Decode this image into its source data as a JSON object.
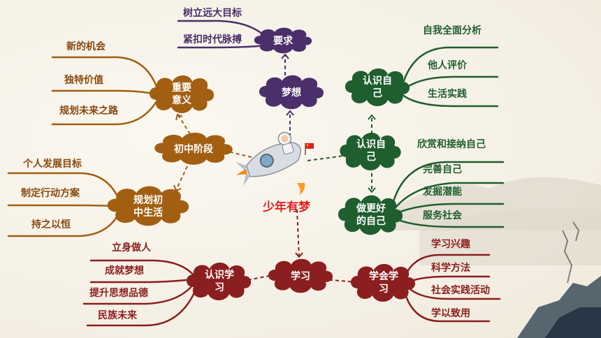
{
  "center": {
    "title": "少年有梦"
  },
  "top": {
    "dream": "梦想",
    "requirement": "要求",
    "req_items": [
      "树立远大目标",
      "紧扣时代脉搏"
    ]
  },
  "left": {
    "stage": "初中阶段",
    "importance": "重要意义",
    "importance_line1": "重要",
    "importance_line2": "意义",
    "importance_items": [
      "新的机会",
      "独特价值",
      "规划未来之路"
    ],
    "plan": "规划初中生活",
    "plan_line1": "规划初",
    "plan_line2": "中生活",
    "plan_items": [
      "个人发展目标",
      "制定行动方案",
      "持之以恒"
    ]
  },
  "right": {
    "know_self": "认识自己",
    "know_self_line1": "认识自",
    "know_self_line2": "己",
    "know_self_top_line1": "认识自",
    "know_self_top_line2": "己",
    "know_items": [
      "自我全面分析",
      "他人评价",
      "生活实践"
    ],
    "better_line1": "做更好",
    "better_line2": "的自己",
    "better_items": [
      "欣赏和接纳自己",
      "完善自己",
      "发掘潜能",
      "服务社会"
    ]
  },
  "bottom": {
    "study": "学习",
    "know_study_line1": "认识学",
    "know_study_line2": "习",
    "know_study_items": [
      "立身做人",
      "成就梦想",
      "提升思想品德",
      "民族未来"
    ],
    "learn_line1": "学会学",
    "learn_line2": "习",
    "learn_items": [
      "学习兴趣",
      "科学方法",
      "社会实践活动",
      "学以致用"
    ]
  },
  "colors": {
    "purple": "#4a2f6a",
    "brown": "#a25f12",
    "green": "#1f5e2e",
    "red": "#8b1e1e",
    "center_text": "#e51e1e"
  },
  "icons": [
    "rocket-astronaut-icon",
    "flag-icon"
  ]
}
